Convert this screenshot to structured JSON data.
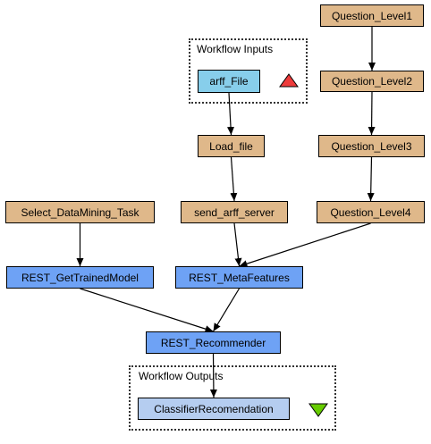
{
  "groups": {
    "inputs": {
      "label": "Workflow Inputs"
    },
    "outputs": {
      "label": "Workflow Outputs"
    }
  },
  "nodes": {
    "question_level1": {
      "label": "Question_Level1",
      "color": "#dfb88a"
    },
    "question_level2": {
      "label": "Question_Level2",
      "color": "#dfb88a"
    },
    "question_level3": {
      "label": "Question_Level3",
      "color": "#dfb88a"
    },
    "question_level4": {
      "label": "Question_Level4",
      "color": "#dfb88a"
    },
    "arff_file": {
      "label": "arff_File",
      "color": "#87ceeb"
    },
    "load_file": {
      "label": "Load_file",
      "color": "#dfb88a"
    },
    "send_arff_server": {
      "label": "send_arff_server",
      "color": "#dfb88a"
    },
    "select_datamining_task": {
      "label": "Select_DataMining_Task",
      "color": "#dfb88a"
    },
    "rest_gettrainedmodel": {
      "label": "REST_GetTrainedModel",
      "color": "#6ea2f5"
    },
    "rest_metafeatures": {
      "label": "REST_MetaFeatures",
      "color": "#6ea2f5"
    },
    "rest_recommender": {
      "label": "REST_Recommender",
      "color": "#6ea2f5"
    },
    "classifier_recommendation": {
      "label": "ClassifierRecomendation",
      "color": "#b5cdf0"
    }
  },
  "markers": {
    "input_marker": {
      "icon": "red-triangle-up-icon",
      "color": "#ee3b3b"
    },
    "output_marker": {
      "icon": "green-triangle-down-icon",
      "color": "#66cc00"
    }
  },
  "edges": [
    [
      "question_level1",
      "question_level2"
    ],
    [
      "question_level2",
      "question_level3"
    ],
    [
      "question_level3",
      "question_level4"
    ],
    [
      "arff_file",
      "load_file"
    ],
    [
      "load_file",
      "send_arff_server"
    ],
    [
      "send_arff_server",
      "rest_metafeatures"
    ],
    [
      "question_level4",
      "rest_metafeatures"
    ],
    [
      "select_datamining_task",
      "rest_gettrainedmodel"
    ],
    [
      "rest_gettrainedmodel",
      "rest_recommender"
    ],
    [
      "rest_metafeatures",
      "rest_recommender"
    ],
    [
      "rest_recommender",
      "classifier_recommendation"
    ]
  ]
}
